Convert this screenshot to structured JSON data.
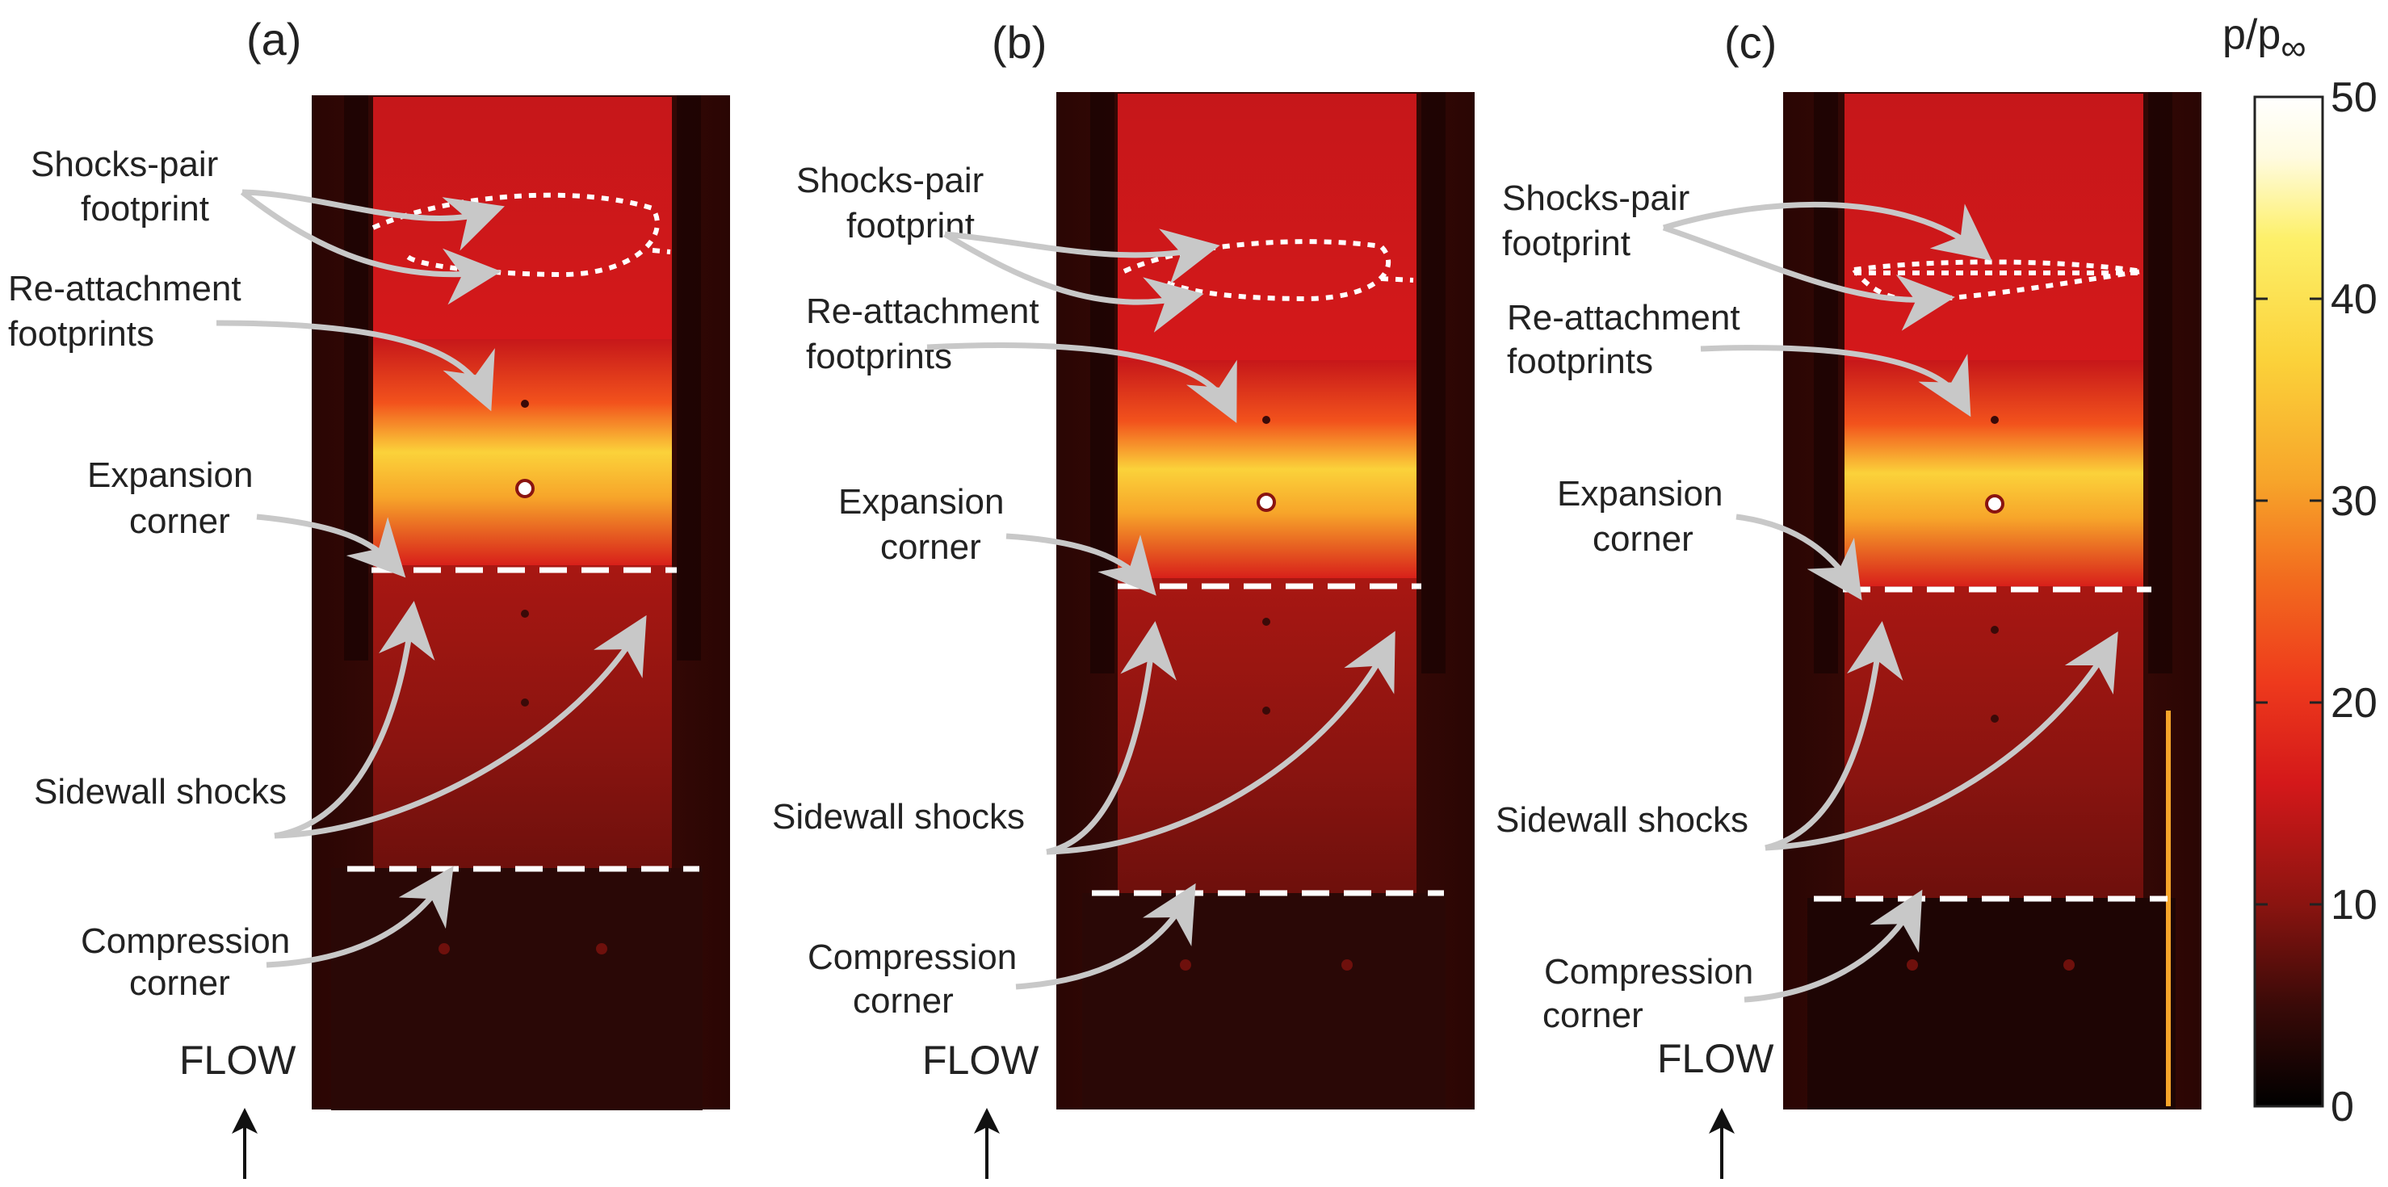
{
  "panels": [
    {
      "letter": "(a)",
      "annotations": {
        "shocks_pair": [
          "Shocks-pair",
          "footprint"
        ],
        "reattachment": [
          "Re-attachment",
          "footprints"
        ],
        "expansion": [
          "Expansion",
          "corner"
        ],
        "sidewall": [
          "Sidewall shocks"
        ],
        "compression": [
          "Compression",
          "corner"
        ]
      },
      "flow_label": "FLOW"
    },
    {
      "letter": "(b)",
      "annotations": {
        "shocks_pair": [
          "Shocks-pair",
          "footprint"
        ],
        "reattachment": [
          "Re-attachment",
          "footprints"
        ],
        "expansion": [
          "Expansion",
          "corner"
        ],
        "sidewall": [
          "Sidewall shocks"
        ],
        "compression": [
          "Compression",
          "corner"
        ]
      },
      "flow_label": "FLOW"
    },
    {
      "letter": "(c)",
      "annotations": {
        "shocks_pair": [
          "Shocks-pair",
          "footprint"
        ],
        "reattachment": [
          "Re-attachment",
          "footprints"
        ],
        "expansion": [
          "Expansion",
          "corner"
        ],
        "sidewall": [
          "Sidewall shocks"
        ],
        "compression": [
          "Compression",
          "corner"
        ]
      },
      "flow_label": "FLOW"
    }
  ],
  "colorbar": {
    "title_main": "p/p",
    "title_sub": "∞",
    "min": 0,
    "max": 50,
    "ticks": [
      "0",
      "10",
      "20",
      "30",
      "40",
      "50"
    ],
    "colors": [
      "#000000",
      "#3a0a08",
      "#8a1410",
      "#d4181a",
      "#ee3a1c",
      "#f26a1e",
      "#f7a52a",
      "#fbd23a",
      "#fdf06a",
      "#fffbe0",
      "#ffffff"
    ]
  },
  "colors": {
    "dashed_line": "#ffffff",
    "arrow": "#c8c8c8"
  }
}
